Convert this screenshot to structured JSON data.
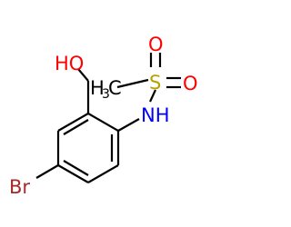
{
  "molecule": {
    "labels": {
      "hydroxyl": "HO",
      "methyl_h": "H",
      "methyl_sub": "3",
      "methyl_c": "C",
      "sulfur": "S",
      "oxygen_top": "O",
      "oxygen_right": "O",
      "amine": "NH",
      "bromine": "Br"
    },
    "colors": {
      "bond": "#000000",
      "carbon": "#000000",
      "oxygen": "#ff0000",
      "sulfur": "#b8a000",
      "nitrogen": "#0000ff",
      "bromine": "#a52a2a"
    }
  }
}
